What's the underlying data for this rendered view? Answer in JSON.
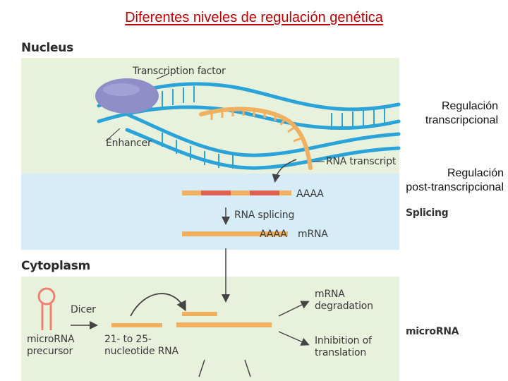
{
  "title": "Diferentes niveles de regulación genética",
  "sections": {
    "nucleus": "Nucleus",
    "cytoplasm": "Cytoplasm"
  },
  "labels": {
    "transcription_factor": "Transcription factor",
    "enhancer": "Enhancer",
    "rna_transcript": "RNA transcript",
    "aaaa_1": "AAAA",
    "rna_splicing": "RNA splicing",
    "aaaa_2": "AAAA",
    "mrna": "mRNA",
    "dicer": "Dicer",
    "microrna_precursor_1": "microRNA",
    "microrna_precursor_2": "precursor",
    "nucleotide_rna_1": "21- to 25-",
    "nucleotide_rna_2": "nucleotide RNA",
    "mrna_degradation_1": "mRNA",
    "mrna_degradation_2": "degradation",
    "inhibition_1": "Inhibition of",
    "inhibition_2": "translation"
  },
  "regulation": {
    "transcriptional_1": "Regulación",
    "transcriptional_2": "transcripcional",
    "post_transcriptional_1": "Regulación",
    "post_transcriptional_2": "post-transcripcional"
  },
  "side_labels": {
    "splicing": "Splicing",
    "microrna": "microRNA"
  },
  "colors": {
    "title": "#c00000",
    "nucleus_panel": "#e8f1dc",
    "splicing_panel": "#d6ecf7",
    "dna": "#2aa3d8",
    "rna": "#f0b060",
    "exon_red": "#e06050",
    "transcription_factor": "#8f8ec9",
    "microrna": "#f08070"
  }
}
